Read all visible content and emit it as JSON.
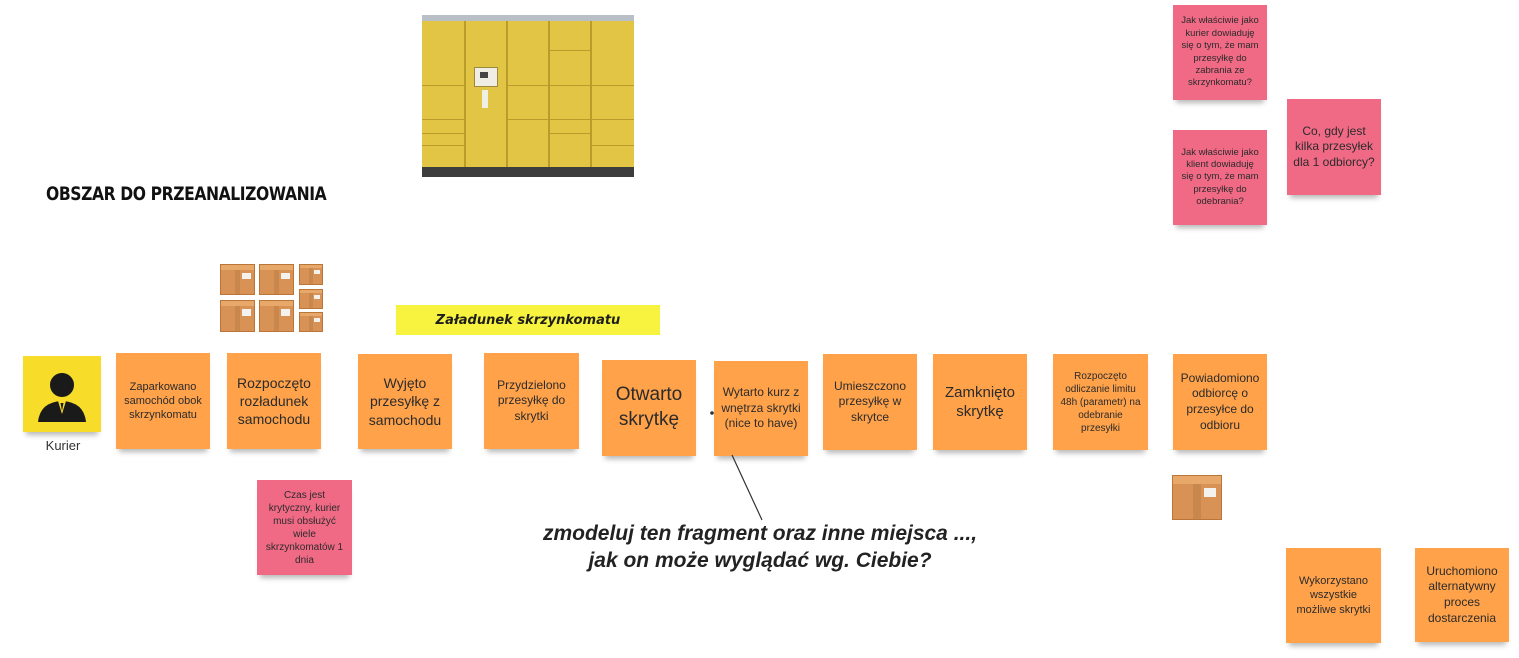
{
  "title": "Obszar do przeanalizowania",
  "phase_label": "Załadunek skrzynkomatu",
  "actor": {
    "label": "Kurier",
    "icon": "person-icon"
  },
  "events": [
    "Zaparkowano samochód obok skrzynkomatu",
    "Rozpoczęto rozładunek samochodu",
    "Wyjęto przesyłkę z samochodu",
    "Przydzielono przesyłkę do skrytki",
    "Otwarto skrytkę",
    "Wytarto kurz z wnętrza skrytki (nice to have)",
    "Umieszczono przesyłkę w skrytce",
    "Zamknięto skrytkę",
    "Rozpoczęto odliczanie limitu 48h (parametr) na odebranie przesyłki",
    "Powiadomiono odbiorcę o przesyłce do odbioru",
    "Wykorzystano wszystkie możliwe skrytki",
    "Uruchomiono alternatywny proces dostarczenia"
  ],
  "hotspots": [
    "Czas jest krytyczny, kurier musi obsłużyć wiele skrzynkomatów 1 dnia",
    "Jak właściwie jako kurier dowiaduję się o tym, że mam przesyłkę do zabrania ze skrzynkomatu?",
    "Jak właściwie jako klient dowiaduję się o tym, że mam przesyłkę do odebrania?",
    "Co, gdy jest kilka przesyłek dla 1 odbiorcy?"
  ],
  "question": {
    "line1": "zmodeluj ten fragment oraz inne miejsca ...,",
    "line2": "jak on może wyglądać wg. Ciebie?"
  },
  "colors": {
    "event": "#ffa24a",
    "hotspot": "#f06a86",
    "actor": "#f8dc2a",
    "phase": "#f7f33e"
  }
}
